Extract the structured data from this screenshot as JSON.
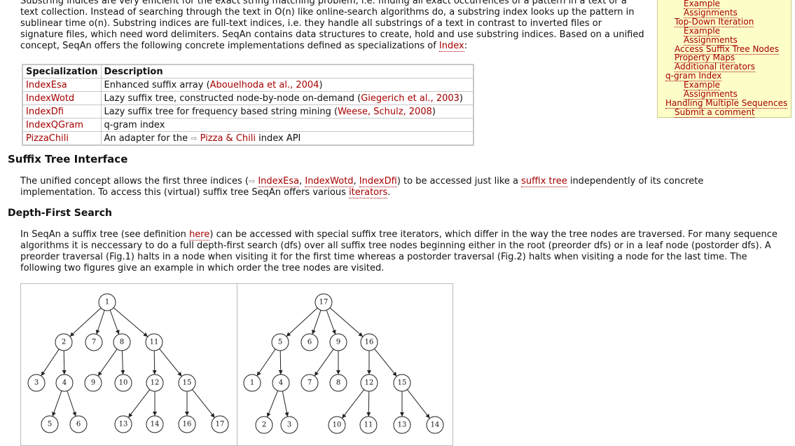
{
  "intro": {
    "line1": "Substring indices are very efficient for the exact string matching problem, i.e. finding all exact occurrences of a pattern in a text or a text collection. Instead of searching through the text in O(n) like online-search algorithms do, a substring index looks up the pattern in sublinear time o(n). Substring indices are full-text indices, i.e. they handle all substrings of a text in contrast to inverted files or signature files, which need word delimiters. SeqAn contains data structures to create, hold and use substring indices. Based on a unified concept, SeqAn offers the following concrete implementations defined as specializations of ",
    "index_link": "Index",
    "colon": ":"
  },
  "spec_table": {
    "headers": [
      "Specialization",
      "Description"
    ],
    "rows": [
      {
        "name": "IndexEsa",
        "desc": "Enhanced suffix array (",
        "ref": "Abouelhoda et al., 2004",
        "tail": ")"
      },
      {
        "name": "IndexWotd",
        "desc": "Lazy suffix tree, constructed node-by-node on-demand (",
        "ref": "Giegerich et al., 2003",
        "tail": ")"
      },
      {
        "name": "IndexDfi",
        "desc": "Lazy suffix tree for frequency based string mining (",
        "ref": "Weese, Schulz, 2008",
        "tail": ")"
      },
      {
        "name": "IndexQGram",
        "desc": "q-gram index",
        "ref": "",
        "tail": ""
      },
      {
        "name": "PizzaChili",
        "desc": "An adapter for the ",
        "ref": "Pizza & Chili",
        "tail": " index API",
        "ext": true
      }
    ]
  },
  "suffix_tree": {
    "heading": "Suffix Tree Interface",
    "p_start": "The unified concept allows the first three indices (",
    "link1": "IndexEsa",
    "sep1": ", ",
    "link2": "IndexWotd",
    "sep2": ", ",
    "link3": "IndexDfi",
    "p_mid": ") to be accessed just like a ",
    "link_suffix": "suffix tree",
    "p_mid2": " independently of its concrete implementation. To access this (virtual) suffix tree SeqAn offers various ",
    "link_iter": "iterators",
    "p_end": "."
  },
  "dfs": {
    "heading": "Depth-First Search",
    "p_start": "In SeqAn a suffix tree (see definition ",
    "link_here": "here",
    "p_rest": ") can be accessed with special suffix tree iterators, which differ in the way the tree nodes are traversed. For many sequence algorithms it is neccessary to do a full depth-first search (dfs) over all suffix tree nodes beginning either in the root (preorder dfs) or in a leaf node (postorder dfs). A preorder traversal (Fig.1) halts in a node when visiting it for the first time whereas a postorder traversal (Fig.2) halts when visiting a node for the last time. The following two figures give an example in which order the tree nodes are visited."
  },
  "fig1_labels": [
    "1",
    "2",
    "7",
    "8",
    "11",
    "3",
    "4",
    "9",
    "10",
    "12",
    "15",
    "5",
    "6",
    "13",
    "14",
    "16",
    "17"
  ],
  "fig2_labels": [
    "17",
    "5",
    "6",
    "9",
    "16",
    "1",
    "4",
    "7",
    "8",
    "12",
    "15",
    "2",
    "3",
    "10",
    "11",
    "13",
    "14"
  ],
  "toc": {
    "items": [
      {
        "label": "Example",
        "indent": 3
      },
      {
        "label": "Assignments",
        "indent": 3
      },
      {
        "label": "Top-Down Iteration",
        "indent": 2
      },
      {
        "label": "Example",
        "indent": 3
      },
      {
        "label": "Assignments",
        "indent": 3
      },
      {
        "label": "Access Suffix Tree Nodes",
        "indent": 2
      },
      {
        "label": "Property Maps",
        "indent": 2
      },
      {
        "label": "Additional iterators",
        "indent": 2
      },
      {
        "label": "q-gram Index",
        "indent": 1
      },
      {
        "label": "Example",
        "indent": 3
      },
      {
        "label": "Assignments",
        "indent": 3
      },
      {
        "label": "Handling Multiple Sequences",
        "indent": 1
      },
      {
        "label": "Submit a comment",
        "indent": 2
      }
    ]
  },
  "colors": {
    "link": "#a70000",
    "toc_bg": "#fdfdc8"
  }
}
